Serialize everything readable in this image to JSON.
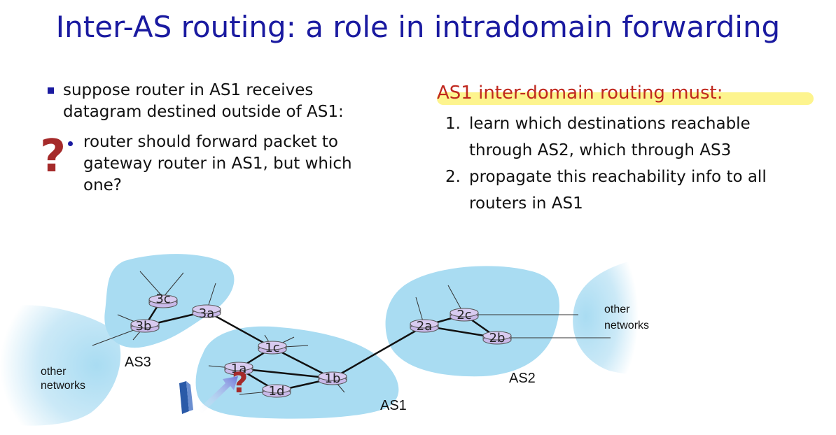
{
  "title": "Inter-AS routing:  a role in intradomain forwarding",
  "left": {
    "bullet1": [
      "suppose router in AS1 receives",
      "datagram destined outside of AS1:"
    ],
    "bullet2": [
      "router should forward packet to",
      "gateway router in AS1, but which",
      "one?"
    ],
    "question_mark": "?"
  },
  "right": {
    "heading": "AS1 inter-domain routing must:",
    "items": [
      {
        "num": "1.",
        "lines": [
          "learn which destinations reachable",
          "through AS2, which through AS3"
        ]
      },
      {
        "num": "2.",
        "lines": [
          "propagate this reachability info to all",
          "routers in AS1"
        ]
      }
    ]
  },
  "diagram": {
    "routers": {
      "r3c": "3c",
      "r3b": "3b",
      "r3a": "3a",
      "r1c": "1c",
      "r1a": "1a",
      "r1d": "1d",
      "r1b": "1b",
      "r2a": "2a",
      "r2c": "2c",
      "r2b": "2b"
    },
    "as_labels": {
      "as3": "AS3",
      "as1": "AS1",
      "as2": "AS2"
    },
    "other_networks_left": [
      "other",
      "networks"
    ],
    "other_networks_right": [
      "other",
      "networks"
    ],
    "question_mark": "?"
  },
  "colors": {
    "title": "#1a1aa0",
    "heading": "#c0281e",
    "cloud": "#a9dcf2",
    "router_fill": "#c9b9e9",
    "question": "#a52a2a",
    "highlight": "#fdf27a"
  }
}
